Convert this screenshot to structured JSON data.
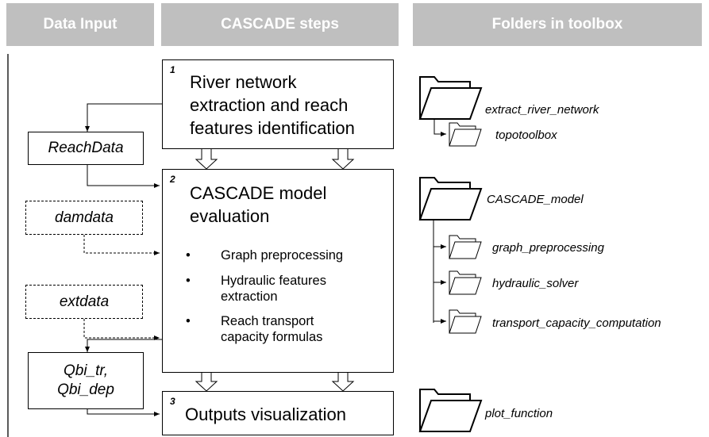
{
  "headers": {
    "data_input": "Data Input",
    "cascade_steps": "CASCADE steps",
    "folders": "Folders in toolbox"
  },
  "inputs": {
    "reachdata": "ReachData",
    "damdata": "damdata",
    "extdata": "extdata",
    "qbi_line1": "Qbi_tr,",
    "qbi_line2": "Qbi_dep"
  },
  "steps": [
    {
      "number": "1",
      "title_lines": [
        "River network",
        "extraction and reach",
        "features identification"
      ]
    },
    {
      "number": "2",
      "title_lines": [
        "CASCADE model",
        "evaluation"
      ],
      "bullets": [
        [
          "Graph preprocessing"
        ],
        [
          "Hydraulic features",
          "extraction"
        ],
        [
          "Reach transport",
          "capacity formulas"
        ]
      ],
      "bullet_symbol": "•"
    },
    {
      "number": "3",
      "title_lines": [
        "Outputs visualization"
      ]
    }
  ],
  "folders": {
    "extract_river_network": "extract_river_network",
    "topotoolbox": "topotoolbox",
    "cascade_model": "CASCADE_model",
    "graph_preprocessing": "graph_preprocessing",
    "hydraulic_solver": "hydraulic_solver",
    "transport_capacity_computation": "transport_capacity_computation",
    "plot_function": "plot_function"
  },
  "colors": {
    "header_bg": "#bfbfbf",
    "header_text": "#ffffff",
    "line": "#000000"
  }
}
